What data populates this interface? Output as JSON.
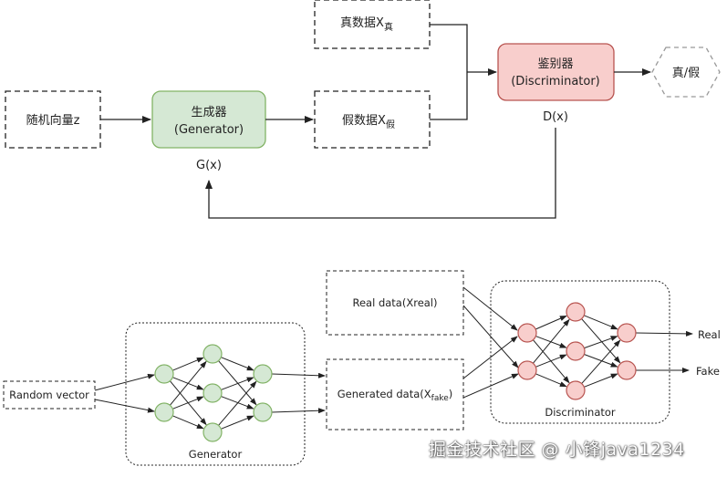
{
  "top": {
    "random_label": "随机向量z",
    "generator_title": "生成器",
    "generator_sub": "(Generator)",
    "generator_fn": "G(x)",
    "real_label": "真数据X",
    "real_sub": "真",
    "fake_label": "假数据X",
    "fake_sub": "假",
    "discriminator_title": "鉴别器",
    "discriminator_sub": "(Discriminator)",
    "discriminator_fn": "D(x)",
    "output_label": "真/假"
  },
  "bottom": {
    "random_label": "Random vector",
    "generator_label": "Generator",
    "real_label": "Real data(Xreal)",
    "generated_label": "Generated data(X",
    "generated_sub": "fake",
    "generated_close": ")",
    "discriminator_label": "Discriminator",
    "out_real": "Real",
    "out_fake": "Fake"
  },
  "watermark": "掘金技术社区 @ 小锋java1234",
  "colors": {
    "generator_fill": "#d5e8d4",
    "generator_stroke": "#82b366",
    "discriminator_fill": "#f8cecc",
    "discriminator_stroke": "#b85450",
    "line": "#222222"
  }
}
